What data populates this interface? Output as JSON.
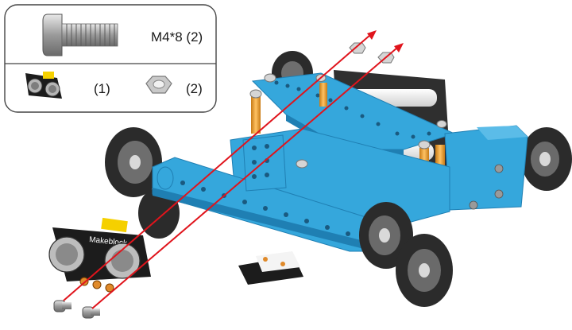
{
  "parts_box": {
    "screw": {
      "icon": "screw-icon",
      "label": "M4*8 (2)"
    },
    "ultrasonic_sensor": {
      "icon": "ultrasonic-sensor-icon",
      "label": "(1)"
    },
    "nut": {
      "icon": "hex-nut-icon",
      "label": "(2)"
    }
  },
  "sensor_brand": "Makeblock",
  "colors": {
    "beam_blue": "#35a7dc",
    "beam_blue_dark": "#1f7fb3",
    "standoff_gold": "#f0a23a",
    "wheel_dark": "#2b2b2b",
    "arrow_red": "#e0141c",
    "sensor_black": "#1c1c1c",
    "sensor_yellow": "#f5d000"
  }
}
